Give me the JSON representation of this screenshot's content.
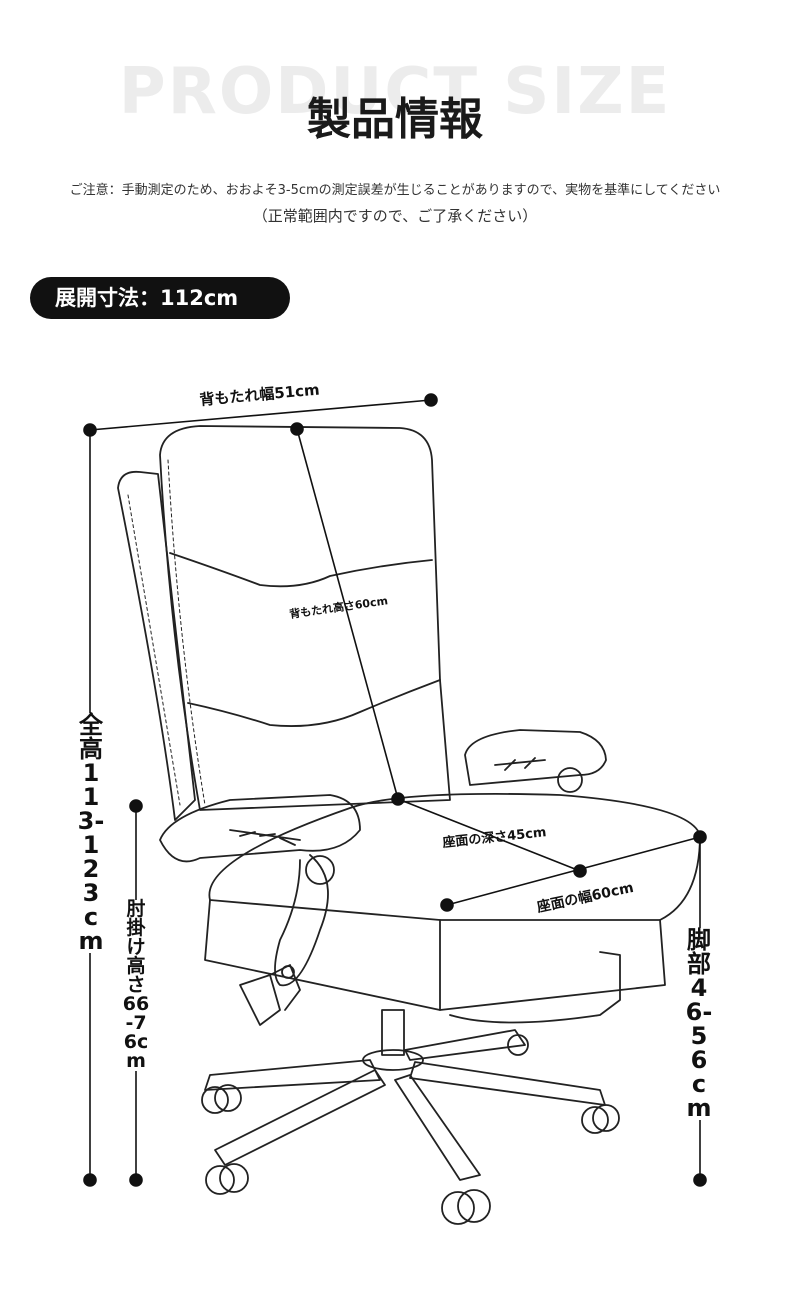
{
  "header": {
    "background_title": "PRODUCT SIZE",
    "title": "製品情報",
    "notice": "ご注意：手動測定のため、おおよそ3-5cmの測定誤差が生じることがありますので、実物を基準にしてください",
    "notice_sub": "（正常範囲内ですので、ご了承ください）"
  },
  "badge": {
    "label": "展開寸法：112cm"
  },
  "dimensions": {
    "backrest_width": "背もたれ幅51cm",
    "backrest_height": "背もたれ高さ60cm",
    "seat_depth": "座面の深さ45cm",
    "seat_width": "座面の幅60cm",
    "total_height": "全高113-123cm",
    "armrest_height": "肘掛け高さ66-76cm",
    "leg_height": "脚部46-56cm"
  },
  "colors": {
    "badge_bg": "#111111",
    "line": "#111111",
    "bg_title": "#ececec"
  },
  "icons": {
    "chair": "office-chair-outline"
  }
}
